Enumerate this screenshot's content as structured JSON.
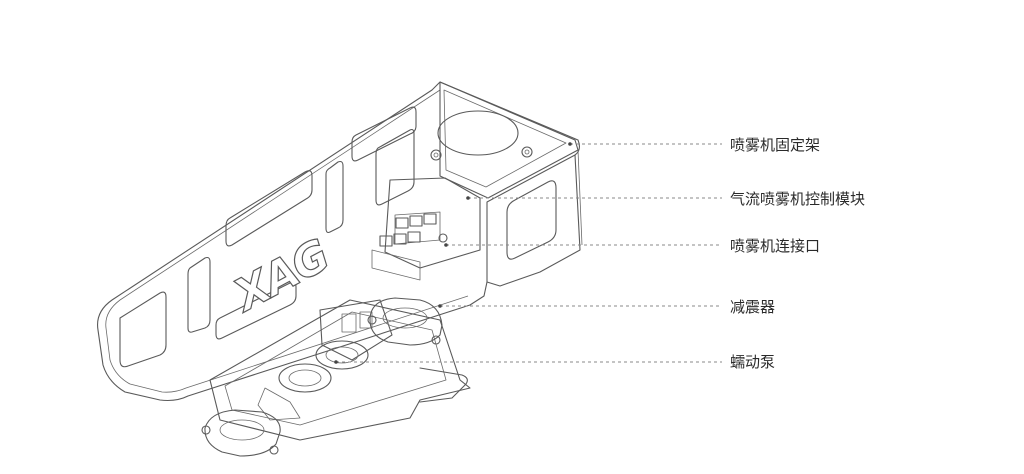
{
  "diagram": {
    "logo_text": "XAG",
    "callouts": [
      {
        "label": "喷雾机固定架"
      },
      {
        "label": "气流喷雾机控制模块"
      },
      {
        "label": "喷雾机连接口"
      },
      {
        "label": "减震器"
      },
      {
        "label": "蠕动泵"
      }
    ]
  },
  "colors": {
    "line": "#5a5a5a",
    "leader": "#888888",
    "text": "#2a2a2a",
    "background": "#ffffff"
  }
}
